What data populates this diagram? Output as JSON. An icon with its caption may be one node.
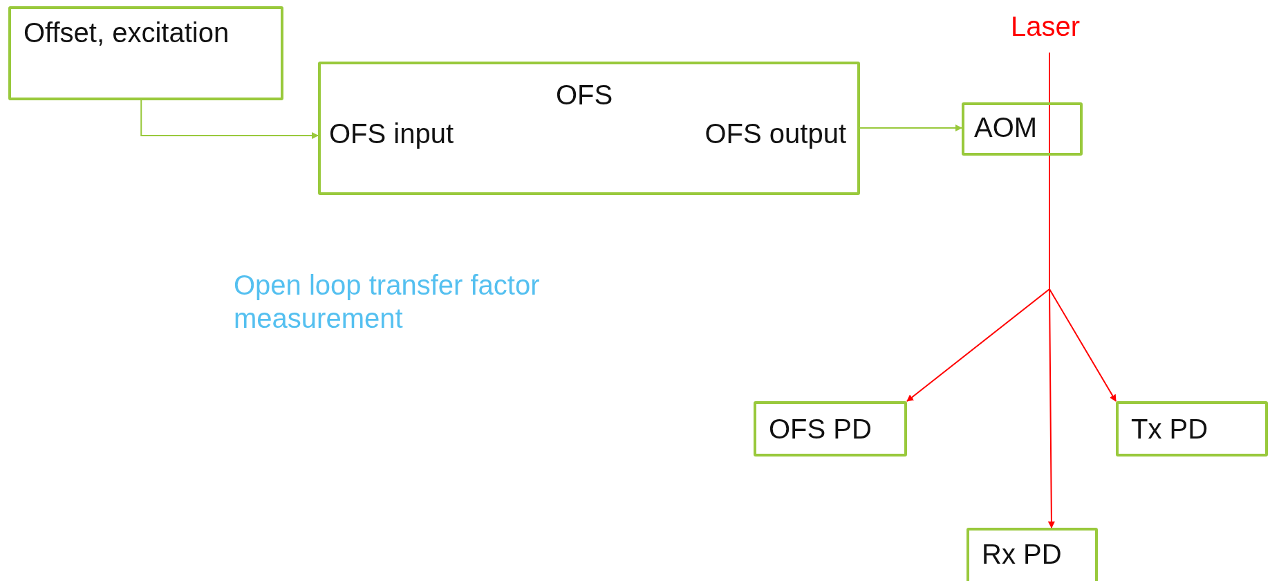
{
  "diagram": {
    "nodes": [
      {
        "text": [
          "Offset, excitation"
        ]
      },
      {
        "text": [
          "OFS",
          "OFS input",
          "OFS output"
        ]
      },
      {
        "text": [
          "AOM"
        ]
      },
      {
        "text": [
          "Laser"
        ]
      },
      {
        "text": [
          "OFS PD"
        ]
      },
      {
        "text": [
          "Tx PD"
        ]
      },
      {
        "text": [
          "Rx PD"
        ]
      }
    ],
    "edges": [
      {
        "from": 0,
        "to": 1,
        "arrow": "to",
        "color": "#99c93c"
      },
      {
        "from": 1,
        "to": 2,
        "arrow": "to",
        "color": "#99c93c"
      },
      {
        "from": 3,
        "to": 2,
        "arrow": "none"
      },
      {
        "from": 2,
        "to": 4,
        "arrow": "to"
      },
      {
        "from": 2,
        "to": 5,
        "arrow": "to"
      },
      {
        "from": 2,
        "to": 6,
        "arrow": "to"
      }
    ],
    "labels": [
      "Open loop transfer factor measurement"
    ]
  }
}
